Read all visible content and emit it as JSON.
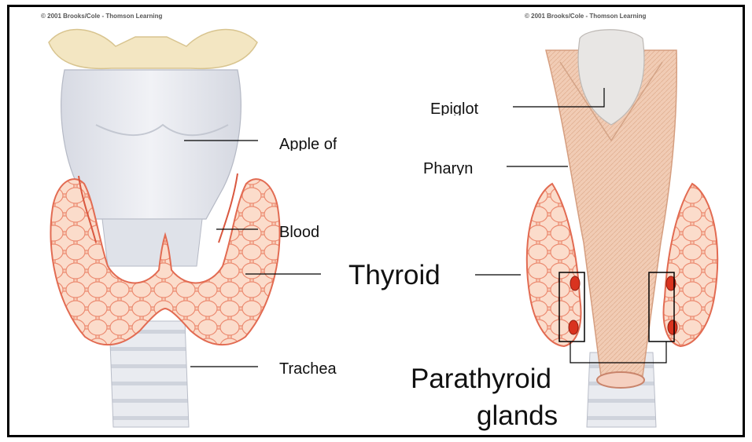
{
  "copyright_left": "© 2001 Brooks/Cole - Thomson Learning",
  "copyright_right": "© 2001 Brooks/Cole - Thomson Learning",
  "labels": {
    "apple": "Apple of",
    "blood": "Blood",
    "trachea": "Trachea",
    "epiglot": "Epiglot",
    "pharyn": "Pharyn",
    "thyroid": "Thyroid",
    "parathyroid_line1": "Parathyroid",
    "parathyroid_line2": "glands"
  },
  "colors": {
    "thyroid_fill": "#f8c6ae",
    "thyroid_stroke": "#e8735a",
    "cartilage": "#e6e8ee",
    "pharynx": "#f0c9b0",
    "parathyroid": "#d9331f",
    "hyoid": "#f3e6c2"
  }
}
